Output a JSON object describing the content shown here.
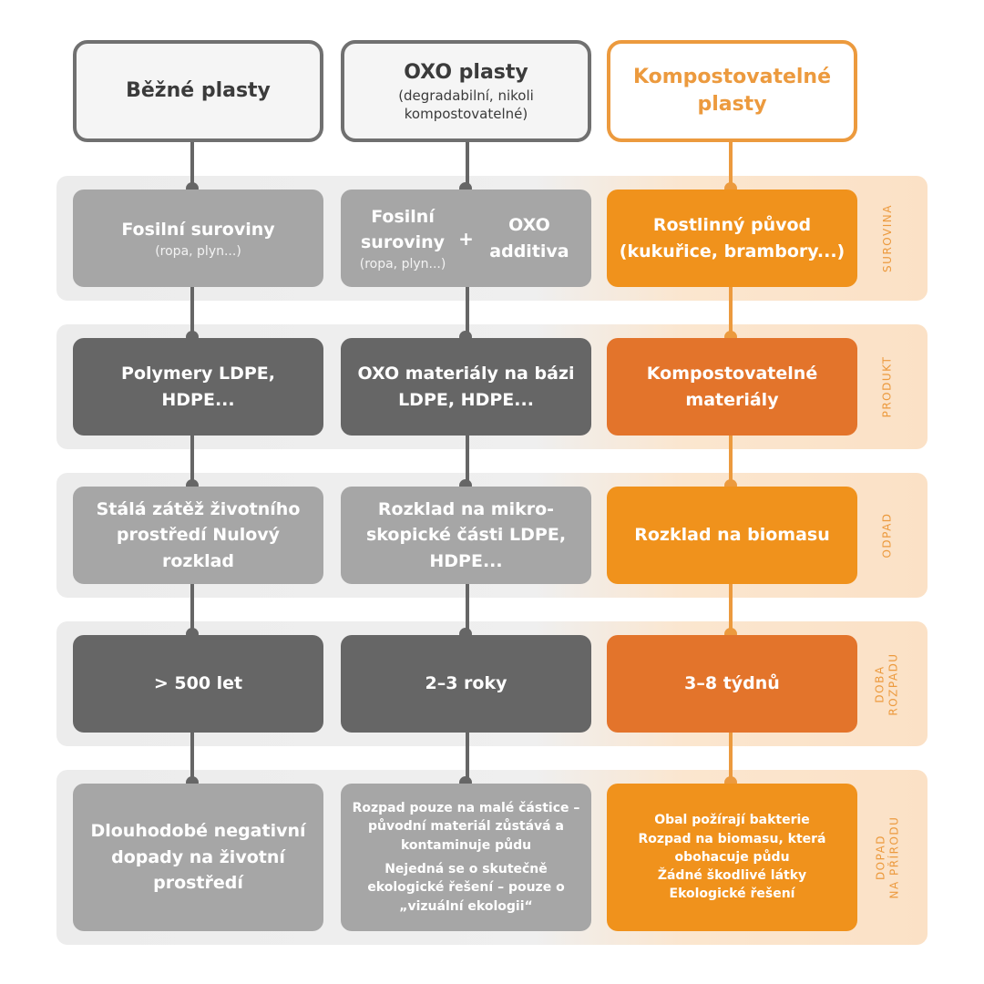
{
  "headers": [
    {
      "title": "Běžné plasty",
      "subtitle": ""
    },
    {
      "title": "OXO plasty",
      "subtitle": "(degradabilní, nikoli kompostovatelné)"
    },
    {
      "title": "Kompostovatelné plasty",
      "subtitle": ""
    }
  ],
  "bands": [
    {
      "label": "SUROVINA"
    },
    {
      "label": "PRODUKT"
    },
    {
      "label": "ODPAD"
    },
    {
      "label": "DOBA\nROZPADU"
    },
    {
      "label": "DOPAD\nNA PŘÍRODU"
    }
  ],
  "rows": {
    "surovina": {
      "col1_main": "Fosilní suroviny",
      "col1_sub": "(ropa, plyn...)",
      "col2_left": "Fosilní suroviny",
      "col2_left_sub": "(ropa, plyn...)",
      "col2_plus": "+",
      "col2_right": "OXO additiva",
      "col3": "Rostlinný původ (kukuřice, brambory...)"
    },
    "produkt": {
      "col1": "Polymery LDPE, HDPE...",
      "col2": "OXO materiály na bázi LDPE, HDPE...",
      "col3": "Kompostovatelné materiály"
    },
    "odpad": {
      "col1": "Stálá zátěž životního prostředí Nulový rozklad",
      "col2": "Rozklad na mikro-skopické části LDPE, HDPE...",
      "col3": "Rozklad na biomasu"
    },
    "doba": {
      "col1": "> 500 let",
      "col2": "2–3 roky",
      "col3": "3–8 týdnů"
    },
    "dopad": {
      "col1": "Dlouhodobé negativní dopady na životní prostředí",
      "col2_p1": "Rozpad pouze na malé částice – původní materiál zůstává a kontaminuje půdu",
      "col2_p2": "Nejedná se o skutečně ekologické řešení – pouze o „vizuální ekologii“",
      "col3_p1": "Obal požírají bakterie",
      "col3_p2": "Rozpad na biomasu, která obohacuje půdu",
      "col3_p3": "Žádné škodlivé látky",
      "col3_p4": "Ekologické řešení"
    }
  },
  "colors": {
    "orange": "#f0921c",
    "dark_orange": "#e3742b",
    "dark_gray": "#666666",
    "light_gray": "#a6a6a6"
  }
}
